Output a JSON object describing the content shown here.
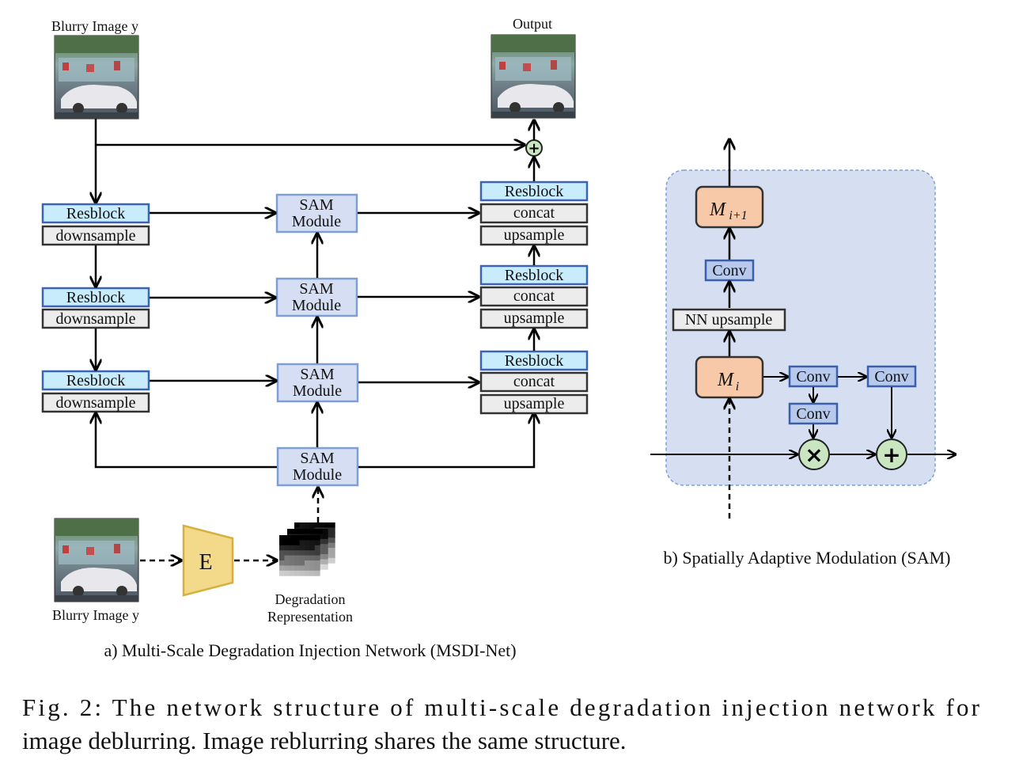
{
  "msdi": {
    "input_label": "Blurry Image y",
    "output_label": "Output",
    "encoder": [
      {
        "resblock": "Resblock",
        "downsample": "downsample"
      },
      {
        "resblock": "Resblock",
        "downsample": "downsample"
      },
      {
        "resblock": "Resblock",
        "downsample": "downsample"
      }
    ],
    "sam_modules": [
      {
        "line1": "SAM",
        "line2": "Module"
      },
      {
        "line1": "SAM",
        "line2": "Module"
      },
      {
        "line1": "SAM",
        "line2": "Module"
      },
      {
        "line1": "SAM",
        "line2": "Module"
      }
    ],
    "decoder": [
      {
        "resblock": "Resblock",
        "concat": "concat",
        "upsample": "upsample"
      },
      {
        "resblock": "Resblock",
        "concat": "concat",
        "upsample": "upsample"
      },
      {
        "resblock": "Resblock",
        "concat": "concat",
        "upsample": "upsample"
      }
    ],
    "plus_symbol": "+",
    "bottom_input_label": "Blurry Image y",
    "encoder_label": "E",
    "degradation_label_1": "Degradation",
    "degradation_label_2": "Representation",
    "caption": "a)  Multi-Scale Degradation Injection Network (MSDI-Net)"
  },
  "sam": {
    "m_next": "M",
    "m_next_sub": "i+1",
    "conv_top": "Conv",
    "nn_upsample": "NN upsample",
    "m_i": "M",
    "m_i_sub": "i",
    "conv_a": "Conv",
    "conv_b": "Conv",
    "conv_c": "Conv",
    "multiply_symbol": "×",
    "add_symbol": "+",
    "caption": "b) Spatially Adaptive Modulation (SAM)"
  },
  "figure_caption": {
    "line1": "Fig. 2: The network structure of multi-scale degradation injection network for",
    "line2": "image deblurring. Image reblurring shares the same structure."
  },
  "colors": {
    "resblock": "#c8ecfb",
    "sam_module": "#d5def2",
    "sam_panel": "#d6dff2",
    "m_box": "#f7c9a8",
    "operator": "#c9e6c0",
    "encoder_E": "#f3d98a"
  }
}
